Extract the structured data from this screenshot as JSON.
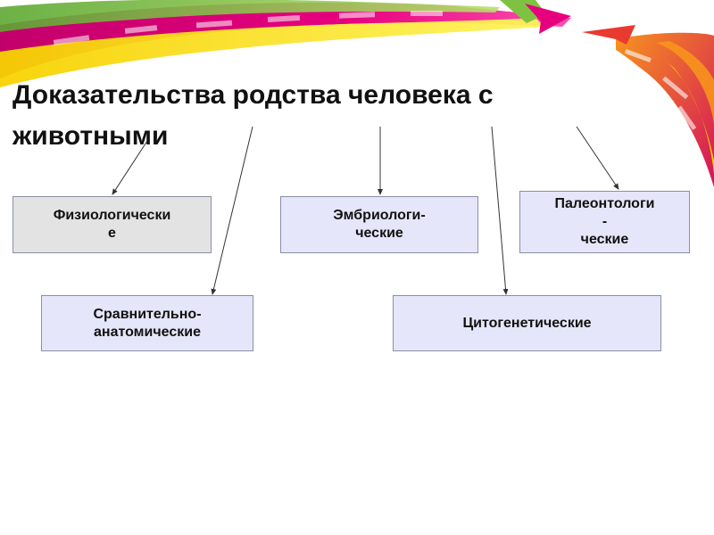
{
  "title": "Доказательства родства человека с животными",
  "boxes": {
    "physiological": "Физиологически\nе",
    "embryological": "Эмбриологи-\nческие",
    "paleontological": "Палеонтологи\n-\nческие",
    "comparative_anatomical": "Сравнительно-\nанатомические",
    "cytogenetic": "Цитогенетические"
  },
  "colors": {
    "text": "#111111",
    "box_gray_fill": "#e3e3e3",
    "box_lavender_fill": "#e6e6fa",
    "box_border": "#8a8fa6",
    "arrow": "#333333",
    "ribbon_pink": "#e6007e",
    "ribbon_yellow": "#f5e600",
    "ribbon_green": "#7fc241",
    "ribbon_red": "#e83a2e",
    "ribbon_orange": "#f7941d"
  }
}
